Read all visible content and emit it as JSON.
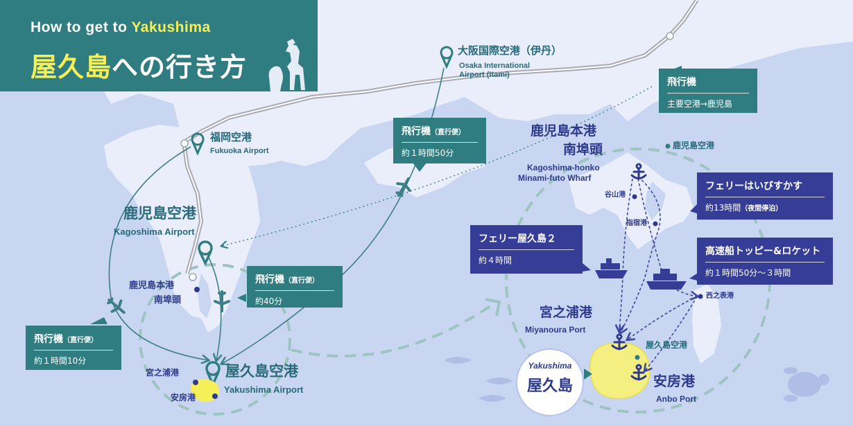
{
  "header": {
    "title_en_prefix": "How to get to ",
    "title_en_highlight": "Yakushima",
    "title_ja_highlight": "屋久島",
    "title_ja_rest": "への行き方"
  },
  "places": {
    "osaka_ja": "大阪国際空港（伊丹）",
    "osaka_en_1": "Osaka International",
    "osaka_en_2": "Airport (Itami)",
    "fukuoka_ja": "福岡空港",
    "fukuoka_en": "Fukuoka Airport",
    "kagoshima_airport_ja": "鹿児島空港",
    "kagoshima_airport_en": "Kagoshima Airport",
    "kagoshima_port_ja_1": "鹿児島本港",
    "kagoshima_port_ja_2": "南埠頭",
    "yakushima_airport_ja": "屋久島空港",
    "yakushima_airport_en": "Yakushima Airport",
    "miyanoura_small": "宮之浦港",
    "anbo_small": "安房港",
    "detail_port_ja_1": "鹿児島本港",
    "detail_port_ja_2": "南埠頭",
    "detail_port_en_1": "Kagoshima-honko",
    "detail_port_en_2": "Minami-futo Wharf",
    "detail_kagoshima_airport": "鹿児島空港",
    "taniyama": "谷山港",
    "ibusuki": "指宿港",
    "nishinoomote": "西之表港",
    "miyanoura_ja": "宮之浦港",
    "miyanoura_en": "Miyanoura Port",
    "detail_yakushima_airport": "屋久島空港",
    "anbo_ja": "安房港",
    "anbo_en": "Anbo Port",
    "yakushima_en": "Yakushima",
    "yakushima_ja": "屋久島"
  },
  "boxes": {
    "plane_main": {
      "title": "飛行機",
      "sub": "主要空港→鹿児島"
    },
    "plane_osaka": {
      "title": "飛行機",
      "title_small": "（直行便）",
      "sub": "約１時間50分"
    },
    "plane_kagoshima": {
      "title": "飛行機",
      "title_small": "（直行便）",
      "sub": "約40分"
    },
    "plane_fukuoka": {
      "title": "飛行機",
      "title_small": "（直行便）",
      "sub": "約１時間10分"
    },
    "ferry_hibiscus": {
      "title": "フェリーはいびすかす",
      "sub": "約13時間",
      "sub_small": "（夜間停泊）"
    },
    "ferry_yakushima2": {
      "title": "フェリー屋久島２",
      "sub": "約４時間"
    },
    "jetfoil": {
      "title": "高速船トッピー&ロケット",
      "sub": "約１時間50分〜３時間"
    }
  },
  "colors": {
    "sea": "#c9d6f2",
    "land": "#e9eefa",
    "teal": "#2f7d80",
    "navy": "#353d96",
    "island_yellow": "#f5ef82",
    "route_teal": "#3d7f86",
    "route_navy": "#3d46a0"
  }
}
